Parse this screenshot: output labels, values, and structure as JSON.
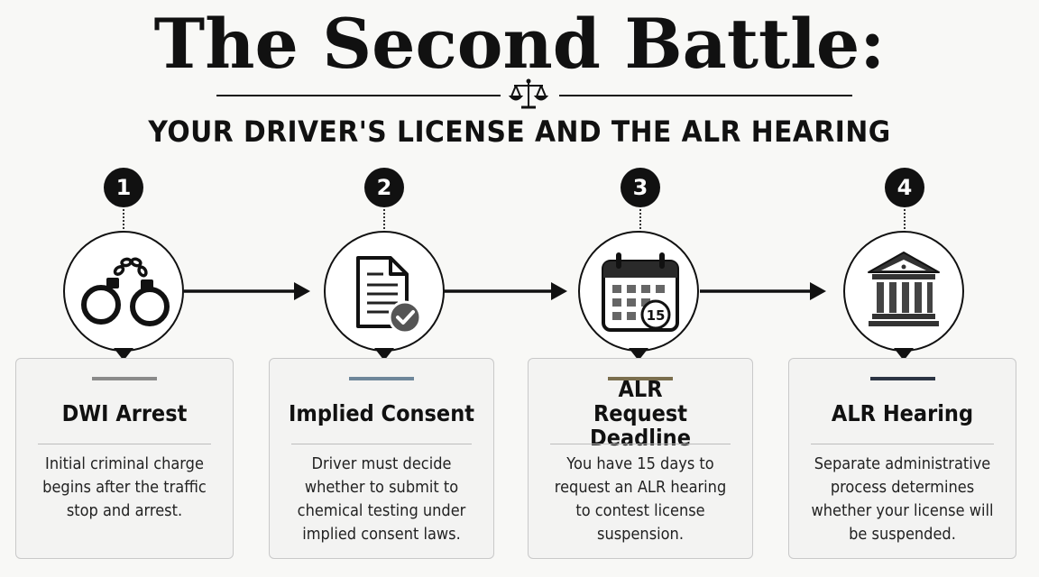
{
  "title": "The Second Battle:",
  "subtitle": "YOUR DRIVER'S LICENSE AND THE ALR HEARING",
  "steps": [
    {
      "number": "1",
      "icon": "handcuffs-icon",
      "title": "DWI Arrest",
      "description": "Initial criminal charge begins after the traffic stop and arrest.",
      "accent": "#8a8a8a"
    },
    {
      "number": "2",
      "icon": "document-check-icon",
      "title": "Implied Consent",
      "description": "Driver must decide whether to submit to chemical testing under implied consent laws.",
      "accent": "#6e869a"
    },
    {
      "number": "3",
      "icon": "calendar-icon",
      "calendar_day": "15",
      "title": "ALR Request Deadline",
      "description": "You have 15 days to request an ALR hearing to contest license suspension.",
      "accent": "#7a6e4e"
    },
    {
      "number": "4",
      "icon": "courthouse-icon",
      "title": "ALR Hearing",
      "description": "Separate administrative process determines whether your license will be suspended.",
      "accent": "#2c3444"
    }
  ]
}
